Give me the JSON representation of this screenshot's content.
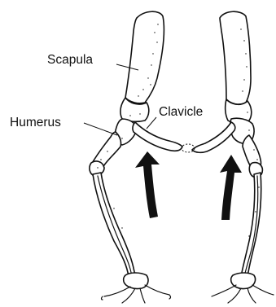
{
  "labels": {
    "scapula": "Scapula",
    "humerus": "Humerus",
    "clavicle": "Clavicle"
  },
  "colors": {
    "ink": "#111111",
    "background": "#ffffff"
  }
}
